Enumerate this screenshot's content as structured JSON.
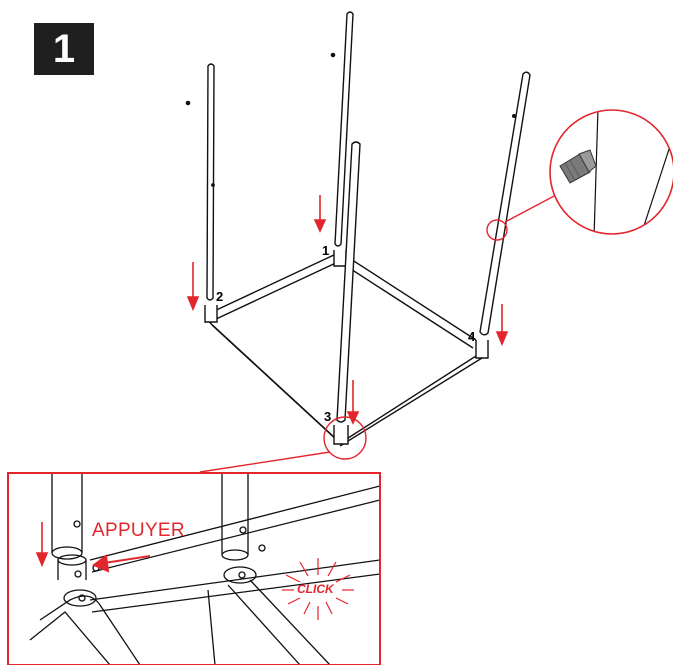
{
  "step": {
    "number": "1"
  },
  "legs": [
    {
      "label": "1"
    },
    {
      "label": "2"
    },
    {
      "label": "3"
    },
    {
      "label": "4"
    }
  ],
  "detail": {
    "push_label": "APPUYER",
    "click_label": "CLICK"
  },
  "colors": {
    "accent": "#e3262d",
    "line": "#111111",
    "badge": "#1f1f1f",
    "plug": "#7a7a7a"
  },
  "icons": [
    "down-arrow-icon",
    "magnifier-circle-icon",
    "click-burst-icon",
    "end-cap-plug-icon"
  ]
}
